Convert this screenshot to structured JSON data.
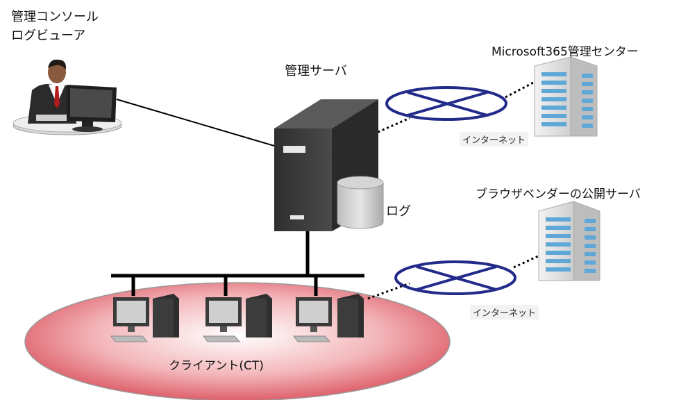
{
  "labels": {
    "console_line1": "管理コンソール",
    "console_line2": "ログビューア",
    "server": "管理サーバ",
    "log": "ログ",
    "ms365": "Microsoft365管理センター",
    "vendor": "ブラウザベンダーの公開サーバ",
    "internet_top": "インターネット",
    "internet_bottom": "インターネット",
    "clients": "クライアント(CT)"
  },
  "colors": {
    "lan_zone": "#e35863",
    "internet_ring": "#222a8a",
    "server_body": "#3a3a3a",
    "building": "#5ea7d6"
  },
  "icons": [
    "admin-person-icon",
    "server-tower-icon",
    "log-database-icon",
    "building-icon",
    "client-pc-icon",
    "internet-cloud-icon"
  ]
}
